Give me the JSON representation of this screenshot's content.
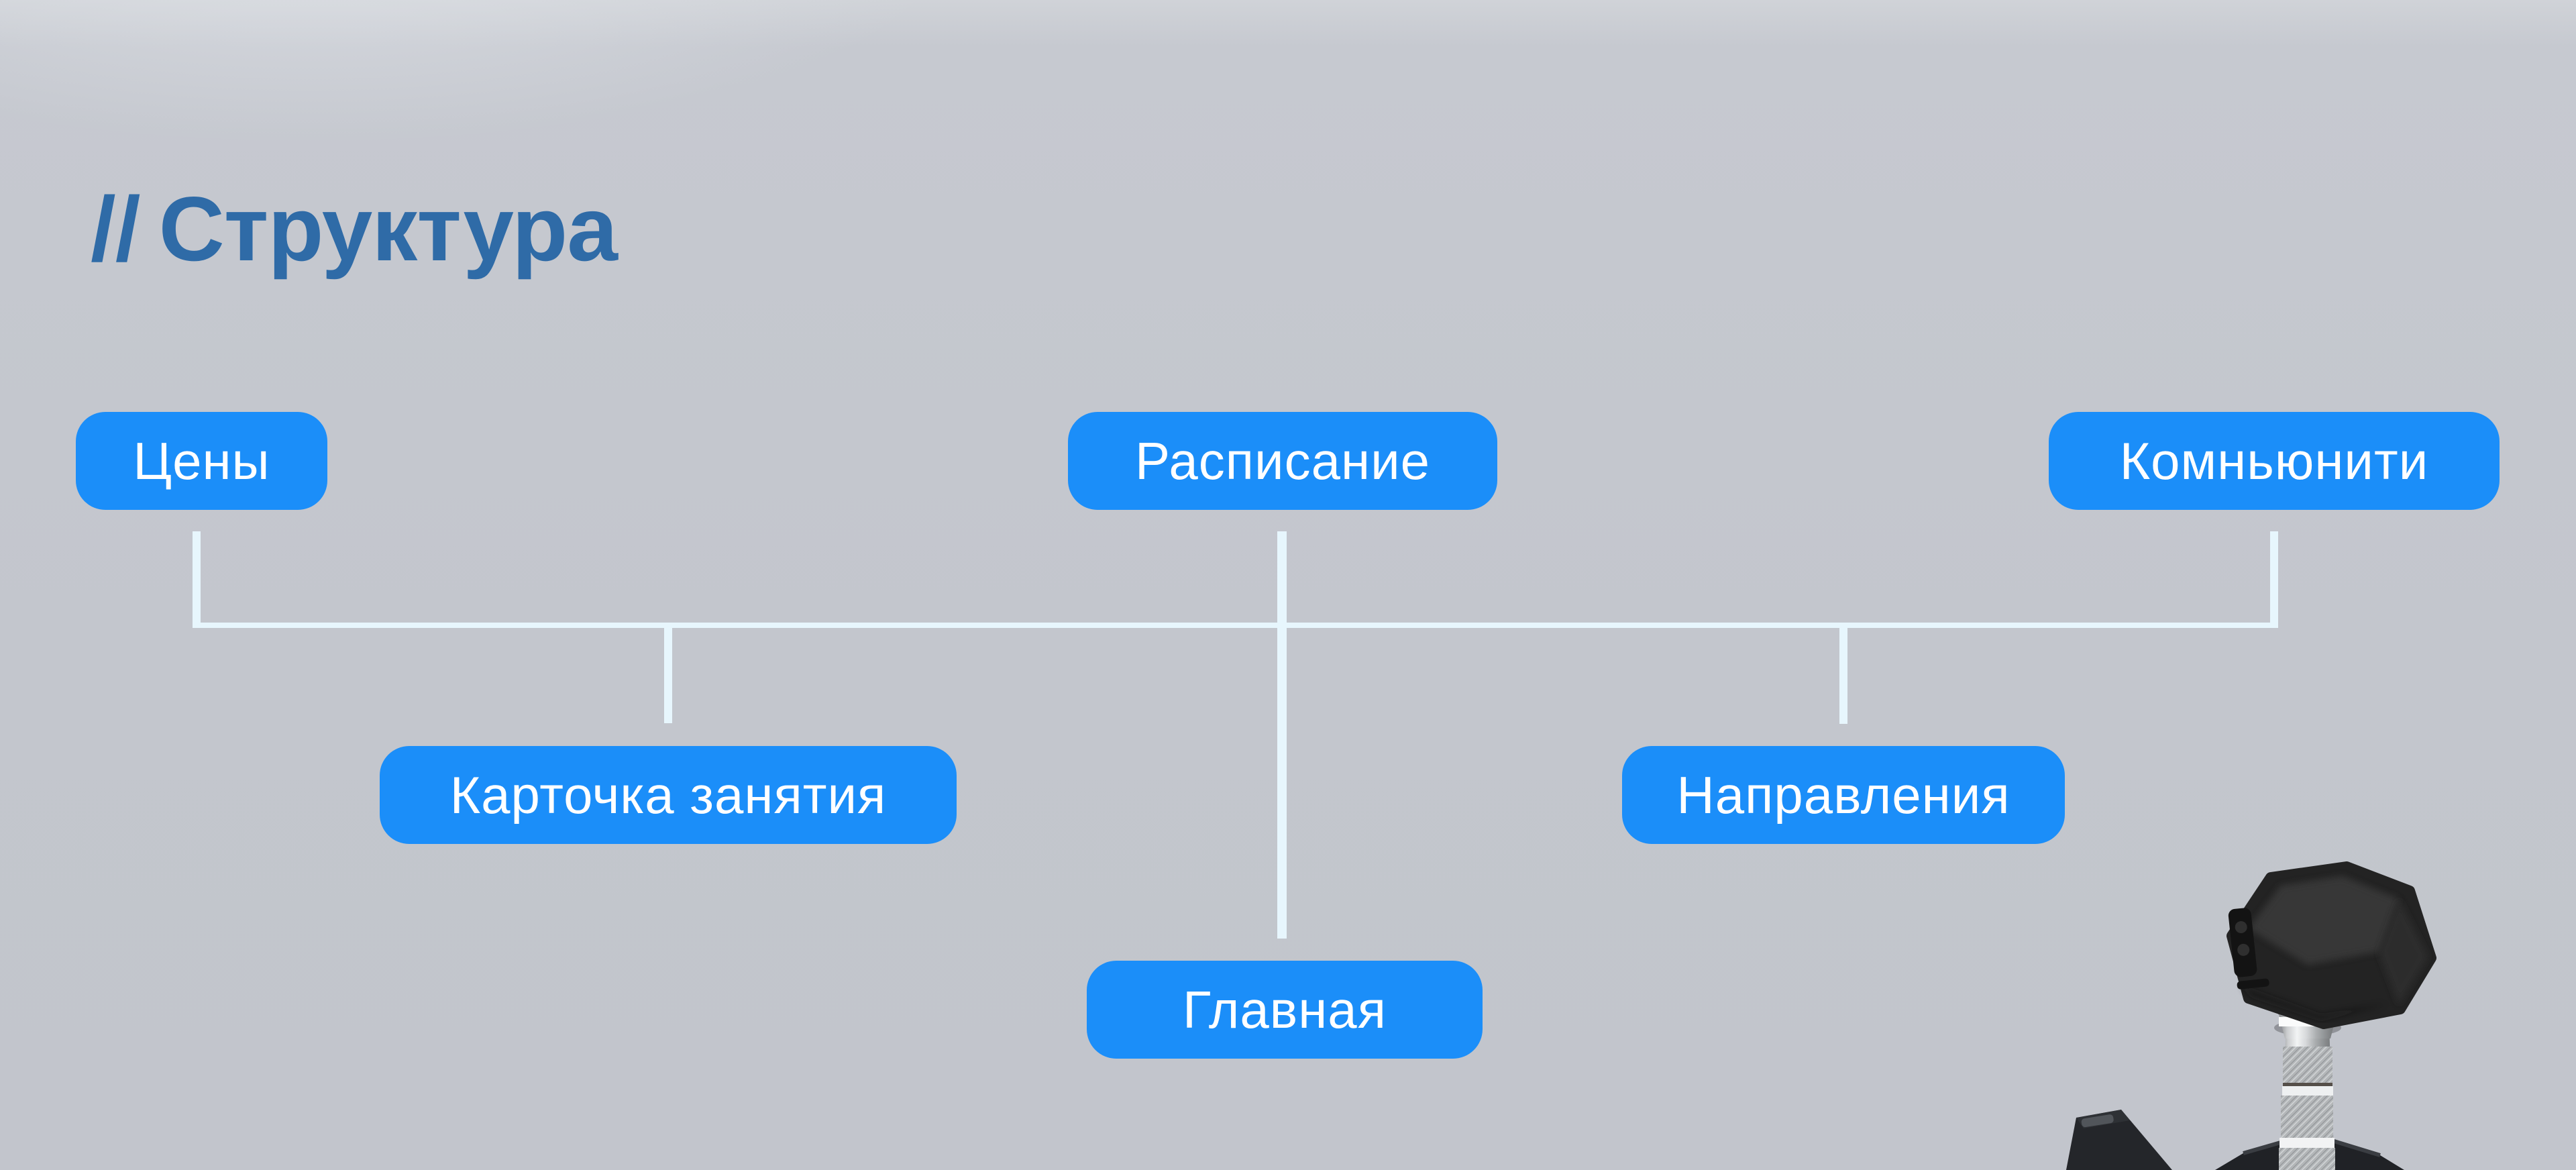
{
  "title": {
    "prefix": "//",
    "text": "Структура"
  },
  "colors": {
    "background": "#c4c7ce",
    "node_blue": "#1b8ef9",
    "node_text": "#ffffff",
    "title_blue": "#2f6ba7",
    "connector": "#e7f6fd"
  },
  "diagram": {
    "type": "sitemap-tree",
    "nodes": [
      {
        "id": "prices",
        "label": "Цены",
        "row": 1
      },
      {
        "id": "schedule",
        "label": "Расписание",
        "row": 1
      },
      {
        "id": "community",
        "label": "Комньюнити",
        "row": 1
      },
      {
        "id": "class-card",
        "label": "Карточка занятия",
        "row": 2
      },
      {
        "id": "directions",
        "label": "Направления",
        "row": 2
      },
      {
        "id": "home",
        "label": "Главная",
        "row": 3
      }
    ]
  },
  "decor": {
    "image": "hex-dumbbell-standing-upright-bottom-right"
  }
}
